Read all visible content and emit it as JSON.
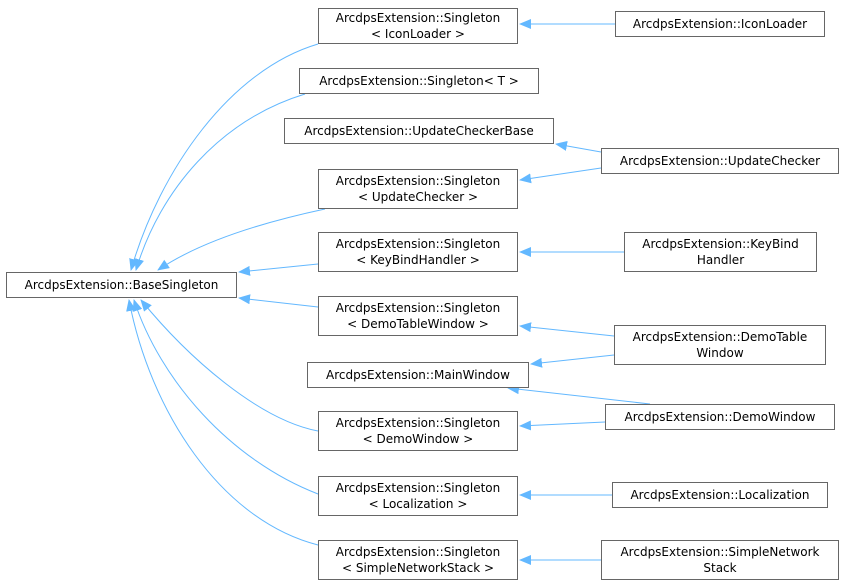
{
  "colors": {
    "edge": "#63b8ff",
    "node_border": "#666666",
    "background": "#ffffff"
  },
  "nodes": {
    "base_singleton": {
      "lines": [
        "ArcdpsExtension::BaseSingleton"
      ]
    },
    "singleton_icon_loader": {
      "lines": [
        "ArcdpsExtension::Singleton",
        "< IconLoader >"
      ]
    },
    "singleton_t": {
      "lines": [
        "ArcdpsExtension::Singleton< T >"
      ]
    },
    "update_checker_base": {
      "lines": [
        "ArcdpsExtension::UpdateCheckerBase"
      ]
    },
    "singleton_update_checker": {
      "lines": [
        "ArcdpsExtension::Singleton",
        "< UpdateChecker >"
      ]
    },
    "singleton_keybind_handler": {
      "lines": [
        "ArcdpsExtension::Singleton",
        "< KeyBindHandler >"
      ]
    },
    "singleton_demo_table_window": {
      "lines": [
        "ArcdpsExtension::Singleton",
        "< DemoTableWindow >"
      ]
    },
    "main_window": {
      "lines": [
        "ArcdpsExtension::MainWindow"
      ]
    },
    "singleton_demo_window": {
      "lines": [
        "ArcdpsExtension::Singleton",
        "< DemoWindow >"
      ]
    },
    "singleton_localization": {
      "lines": [
        "ArcdpsExtension::Singleton",
        "< Localization >"
      ]
    },
    "singleton_simple_network_stack": {
      "lines": [
        "ArcdpsExtension::Singleton",
        "< SimpleNetworkStack >"
      ]
    },
    "icon_loader": {
      "lines": [
        "ArcdpsExtension::IconLoader"
      ]
    },
    "update_checker": {
      "lines": [
        "ArcdpsExtension::UpdateChecker"
      ]
    },
    "keybind_handler": {
      "lines": [
        "ArcdpsExtension::KeyBind",
        "Handler"
      ]
    },
    "demo_table_window": {
      "lines": [
        "ArcdpsExtension::DemoTable",
        "Window"
      ]
    },
    "demo_window": {
      "lines": [
        "ArcdpsExtension::DemoWindow"
      ]
    },
    "localization": {
      "lines": [
        "ArcdpsExtension::Localization"
      ]
    },
    "simple_network_stack": {
      "lines": [
        "ArcdpsExtension::SimpleNetwork",
        "Stack"
      ]
    }
  },
  "edges": [
    {
      "from": "singleton_icon_loader",
      "to": "base_singleton"
    },
    {
      "from": "singleton_t",
      "to": "base_singleton"
    },
    {
      "from": "singleton_update_checker",
      "to": "base_singleton"
    },
    {
      "from": "singleton_keybind_handler",
      "to": "base_singleton"
    },
    {
      "from": "singleton_demo_table_window",
      "to": "base_singleton"
    },
    {
      "from": "singleton_demo_window",
      "to": "base_singleton"
    },
    {
      "from": "singleton_localization",
      "to": "base_singleton"
    },
    {
      "from": "singleton_simple_network_stack",
      "to": "base_singleton"
    },
    {
      "from": "icon_loader",
      "to": "singleton_icon_loader"
    },
    {
      "from": "update_checker",
      "to": "update_checker_base"
    },
    {
      "from": "update_checker",
      "to": "singleton_update_checker"
    },
    {
      "from": "keybind_handler",
      "to": "singleton_keybind_handler"
    },
    {
      "from": "demo_table_window",
      "to": "singleton_demo_table_window"
    },
    {
      "from": "demo_table_window",
      "to": "main_window"
    },
    {
      "from": "demo_window",
      "to": "main_window"
    },
    {
      "from": "demo_window",
      "to": "singleton_demo_window"
    },
    {
      "from": "localization",
      "to": "singleton_localization"
    },
    {
      "from": "simple_network_stack",
      "to": "singleton_simple_network_stack"
    }
  ]
}
